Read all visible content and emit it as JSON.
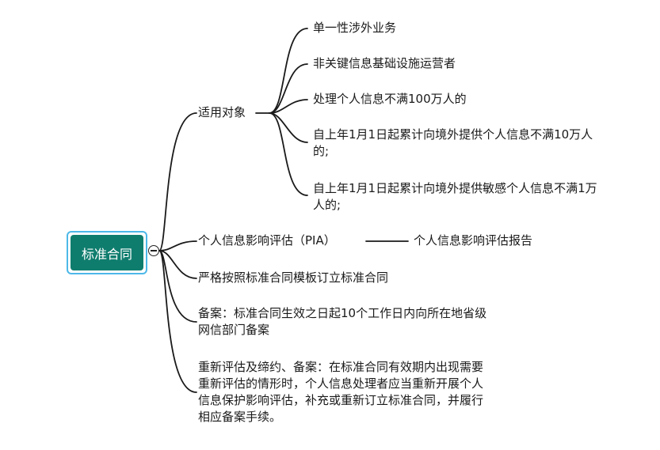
{
  "root": {
    "label": "标准合同"
  },
  "branches": {
    "applicable": {
      "label": "适用对象",
      "children": [
        "单一性涉外业务",
        "非关键信息基础设施运营者",
        "处理个人信息不满100万人的",
        "自上年1月1日起累计向境外提供个人信息不满10万人的;",
        "自上年1月1日起累计向境外提供敏感个人信息不满1万人的;"
      ]
    },
    "pia": {
      "label": "个人信息影响评估（PIA）",
      "child": "个人信息影响评估报告"
    },
    "template": {
      "label": "严格按照标准合同模板订立标准合同"
    },
    "filing": {
      "label": "备案：标准合同生效之日起10个工作日内向所在地省级网信部门备案"
    },
    "reassess": {
      "label": "重新评估及缔约、备案：在标准合同有效期内出现需要重新评估的情形时，个人信息处理者应当重新开展个人信息保护影响评估，补充或重新订立标准合同，并履行相应备案手续。"
    }
  }
}
